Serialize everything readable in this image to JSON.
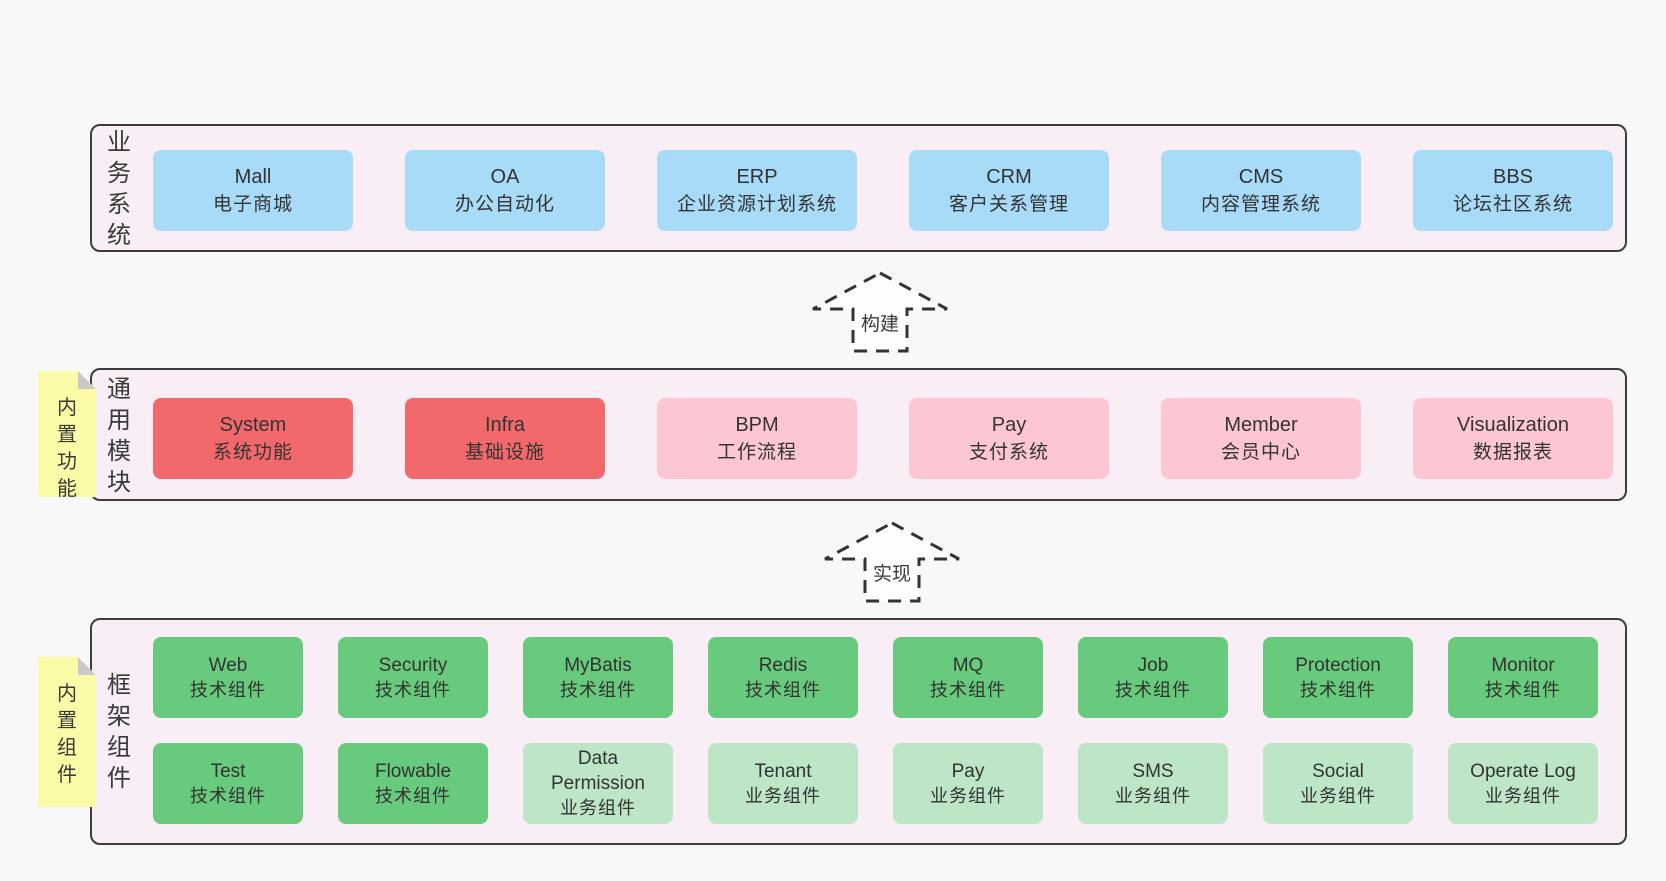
{
  "arrows": {
    "build": "构建",
    "implement": "实现"
  },
  "business": {
    "label": "业务系统",
    "items": [
      {
        "name": "Mall",
        "sub": "电子商城"
      },
      {
        "name": "OA",
        "sub": "办公自动化"
      },
      {
        "name": "ERP",
        "sub": "企业资源计划系统"
      },
      {
        "name": "CRM",
        "sub": "客户关系管理"
      },
      {
        "name": "CMS",
        "sub": "内容管理系统"
      },
      {
        "name": "BBS",
        "sub": "论坛社区系统"
      }
    ]
  },
  "modules": {
    "label": "通用模块",
    "sticky": "内置功能",
    "items": [
      {
        "name": "System",
        "sub": "系统功能",
        "variant": "red"
      },
      {
        "name": "Infra",
        "sub": "基础设施",
        "variant": "red"
      },
      {
        "name": "BPM",
        "sub": "工作流程",
        "variant": "pink"
      },
      {
        "name": "Pay",
        "sub": "支付系统",
        "variant": "pink"
      },
      {
        "name": "Member",
        "sub": "会员中心",
        "variant": "pink"
      },
      {
        "name": "Visualization",
        "sub": "数据报表",
        "variant": "pink"
      }
    ]
  },
  "framework": {
    "label": "框架组件",
    "sticky": "内置组件",
    "row1": [
      {
        "name": "Web",
        "sub": "技术组件",
        "variant": "green-dark"
      },
      {
        "name": "Security",
        "sub": "技术组件",
        "variant": "green-dark"
      },
      {
        "name": "MyBatis",
        "sub": "技术组件",
        "variant": "green-dark"
      },
      {
        "name": "Redis",
        "sub": "技术组件",
        "variant": "green-dark"
      },
      {
        "name": "MQ",
        "sub": "技术组件",
        "variant": "green-dark"
      },
      {
        "name": "Job",
        "sub": "技术组件",
        "variant": "green-dark"
      },
      {
        "name": "Protection",
        "sub": "技术组件",
        "variant": "green-dark"
      },
      {
        "name": "Monitor",
        "sub": "技术组件",
        "variant": "green-dark"
      }
    ],
    "row2": [
      {
        "name": "Test",
        "sub": "技术组件",
        "variant": "green-dark"
      },
      {
        "name": "Flowable",
        "sub": "技术组件",
        "variant": "green-dark"
      },
      {
        "name": "Data Permission",
        "sub": "业务组件",
        "variant": "green-light"
      },
      {
        "name": "Tenant",
        "sub": "业务组件",
        "variant": "green-light"
      },
      {
        "name": "Pay",
        "sub": "业务组件",
        "variant": "green-light"
      },
      {
        "name": "SMS",
        "sub": "业务组件",
        "variant": "green-light"
      },
      {
        "name": "Social",
        "sub": "业务组件",
        "variant": "green-light"
      },
      {
        "name": "Operate Log",
        "sub": "业务组件",
        "variant": "green-light"
      }
    ]
  },
  "colors": {
    "background": "#f8f8f8",
    "container_fill": "#f9edf6",
    "container_border": "#3d3d3d",
    "box_blue": "#a7dbf7",
    "box_red": "#f2696c",
    "box_pink": "#fcc7d2",
    "box_green_dark": "#68ca7d",
    "box_green_light": "#bde6c7",
    "sticky_yellow": "#fbfaa6",
    "sticky_fold": "#c9c9c9",
    "text": "#333333"
  }
}
